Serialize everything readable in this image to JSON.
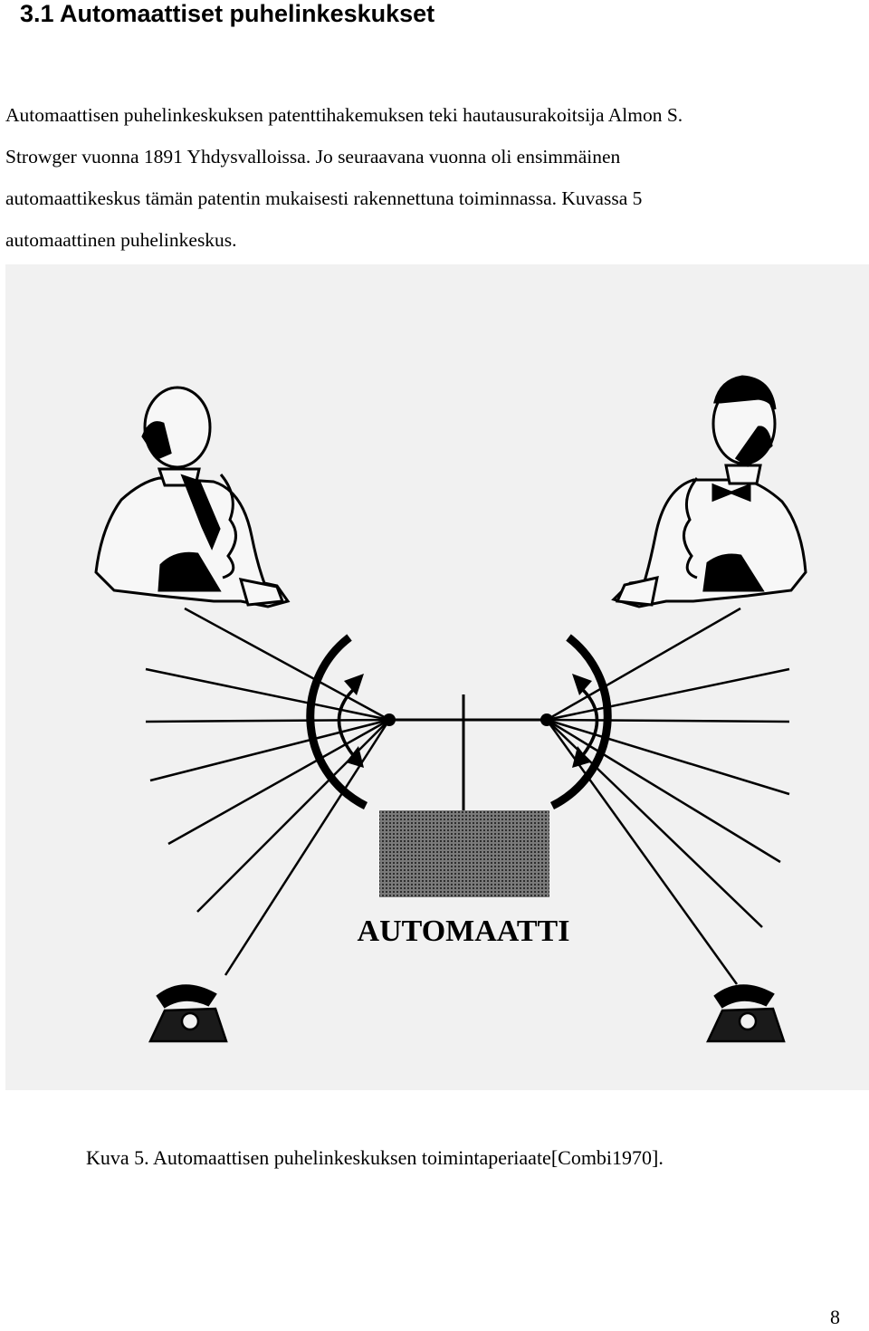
{
  "heading": "3.1 Automaattiset puhelinkeskukset",
  "paragraph": {
    "lines": [
      "Automaattisen puhelinkeskuksen patenttihakemuksen teki hautausurakoitsija Almon S.",
      "Strowger vuonna 1891 Yhdysvalloissa. Jo seuraavana vuonna oli ensimmäinen",
      "automaattikeskus tämän patentin mukaisesti rakennettuna toiminnassa. Kuvassa 5",
      "automaattinen puhelinkeskus."
    ]
  },
  "figure": {
    "label": "AUTOMAATTI",
    "icons": [
      "man-on-phone-icon",
      "telephone-icon",
      "selector-arrow-icon"
    ]
  },
  "caption": "Kuva 5. Automaattisen puhelinkeskuksen toimintaperiaate[Combi1970].",
  "page_number": "8"
}
